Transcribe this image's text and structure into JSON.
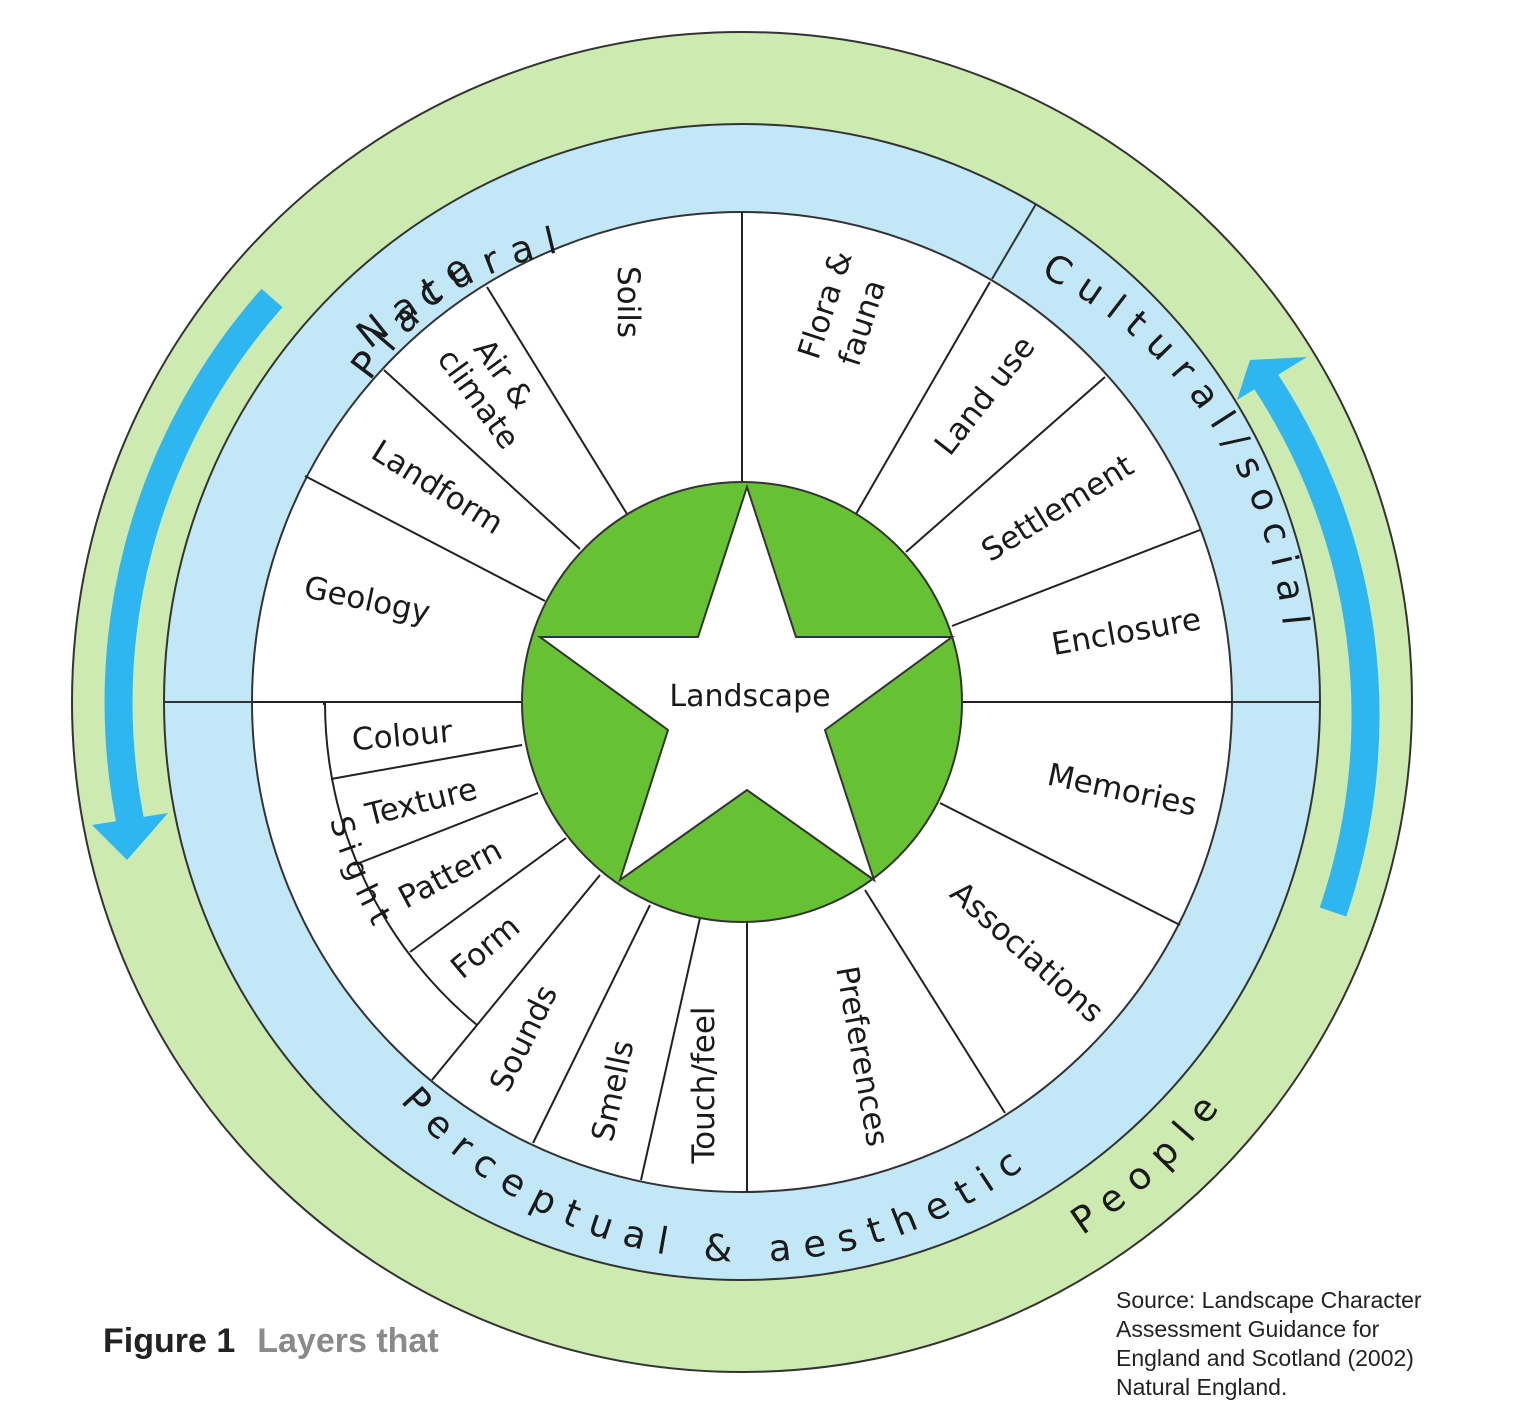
{
  "diagram": {
    "outer_ring": {
      "place": "Place",
      "people": "People"
    },
    "middle_ring": {
      "natural": "Natural",
      "cultural_social": "Cultural/social",
      "perceptual": "Perceptual & aesthetic"
    },
    "segments": {
      "geology": "Geology",
      "landform": "Landform",
      "air_climate": [
        "Air &",
        "climate"
      ],
      "soils": "Soils",
      "flora_fauna": [
        "Flora &",
        "fauna"
      ],
      "land_use": "Land use",
      "settlement": "Settlement",
      "enclosure": "Enclosure",
      "memories": "Memories",
      "associations": "Associations",
      "preferences": "Preferences",
      "touch_feel": "Touch/feel",
      "smells": "Smells",
      "sounds": "Sounds",
      "sight": "Sight",
      "form": "Form",
      "pattern": "Pattern",
      "texture": "Texture",
      "colour": "Colour"
    },
    "center": "Landscape",
    "colors": {
      "outer": "#cdebb0",
      "middle": "#c2e8f8",
      "hub": "#66c232",
      "arrow": "#2db6ef",
      "line": "#222222"
    }
  },
  "figure": {
    "label": "Figure 1",
    "title": "Layers that"
  },
  "source": {
    "lines": [
      "Source: Landscape Character",
      "Assessment Guidance for",
      "England and Scotland (2002)",
      "Natural England."
    ]
  }
}
